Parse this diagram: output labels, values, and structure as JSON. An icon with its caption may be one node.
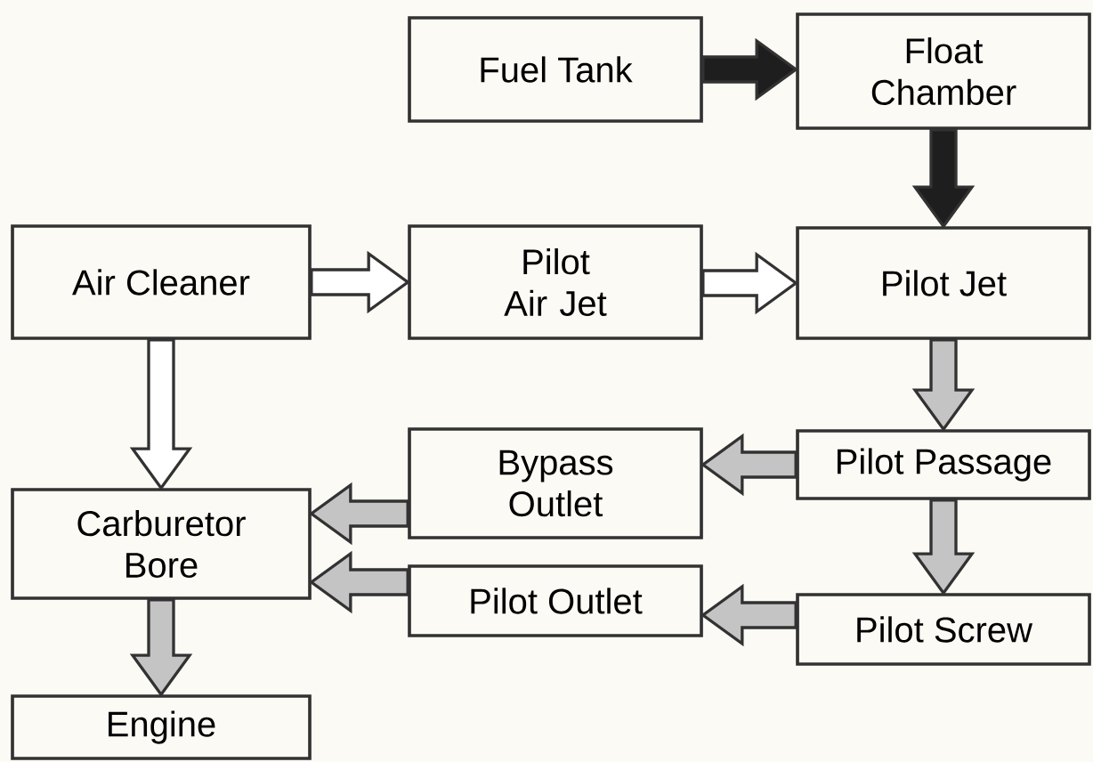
{
  "diagram": {
    "nodes": [
      {
        "text": [
          "Fuel Tank"
        ]
      },
      {
        "text": [
          "Float Chamber"
        ]
      },
      {
        "text": [
          "Air Cleaner"
        ]
      },
      {
        "text": [
          "Pilot Air Jet"
        ]
      },
      {
        "text": [
          "Pilot Jet"
        ]
      },
      {
        "text": [
          "Bypass Outlet"
        ]
      },
      {
        "text": [
          "Pilot Passage"
        ]
      },
      {
        "text": [
          "Carburetor Bore"
        ]
      },
      {
        "text": [
          "Pilot Outlet"
        ]
      },
      {
        "text": [
          "Pilot Screw"
        ]
      },
      {
        "text": [
          "Engine"
        ]
      }
    ],
    "edges": [
      {
        "from": 0,
        "to": 1,
        "arrow": "to",
        "color": "#1e1e1e"
      },
      {
        "from": 1,
        "to": 4,
        "arrow": "to",
        "color": "#1e1e1e"
      },
      {
        "from": 2,
        "to": 3,
        "arrow": "to",
        "color": "#ffffff"
      },
      {
        "from": 3,
        "to": 4,
        "arrow": "to",
        "color": "#ffffff"
      },
      {
        "from": 2,
        "to": 7,
        "arrow": "to",
        "color": "#ffffff"
      },
      {
        "from": 4,
        "to": 6,
        "arrow": "to"
      },
      {
        "from": 6,
        "to": 5,
        "arrow": "to"
      },
      {
        "from": 5,
        "to": 7,
        "arrow": "to"
      },
      {
        "from": 6,
        "to": 9,
        "arrow": "to"
      },
      {
        "from": 9,
        "to": 8,
        "arrow": "to"
      },
      {
        "from": 8,
        "to": 7,
        "arrow": "to"
      },
      {
        "from": 7,
        "to": 10,
        "arrow": "to"
      }
    ]
  }
}
